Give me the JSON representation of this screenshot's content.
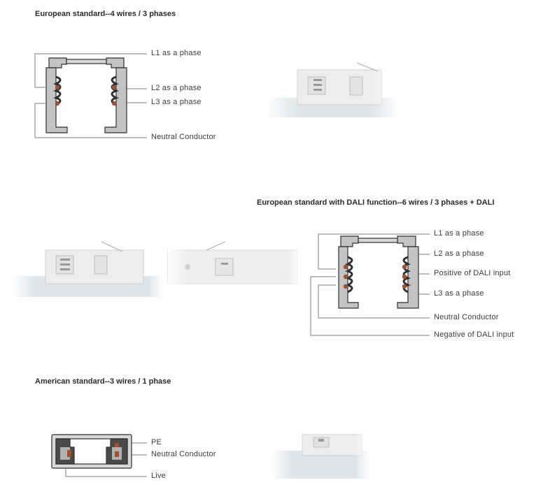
{
  "sections": {
    "eu4": {
      "title": "European standard--4 wires / 3 phases",
      "labels": [
        "L1 as a phase",
        "L2 as a phase",
        "L3 as a phase",
        "Neutral Conductor"
      ]
    },
    "dali": {
      "title": "European standard with DALI function--6 wires / 3 phases + DALI",
      "labels": [
        "L1 as a phase",
        "L2 as a phase",
        "Positive of DALI input",
        "L3 as a phase",
        "Neutral Conductor",
        "Negative of DALI input"
      ]
    },
    "us3": {
      "title": "American standard--3 wires / 1 phase",
      "labels": [
        "PE",
        "Neutral Conductor",
        "Live"
      ]
    }
  },
  "colors": {
    "profile_outline": "#2f2f2f",
    "profile_fill": "#b9b9b9",
    "conductor": "#a0522d",
    "leader_line": "#7d7d7d"
  }
}
